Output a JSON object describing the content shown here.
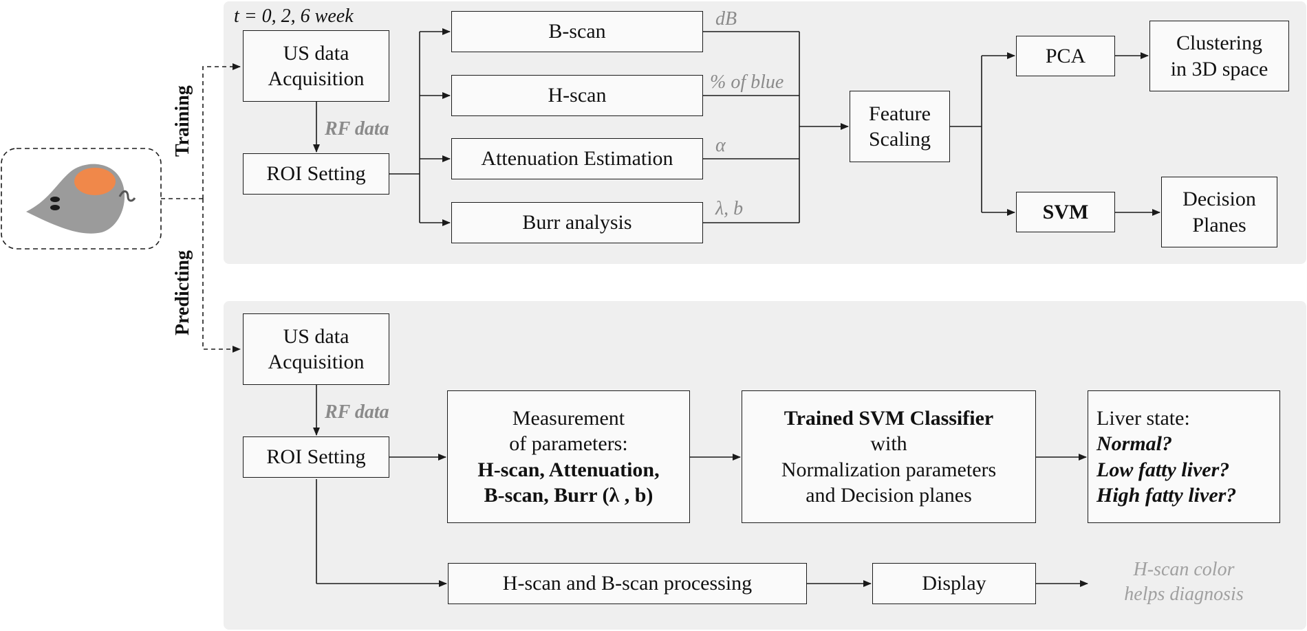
{
  "time_label": "t = 0, 2, 6 week",
  "mode_labels": {
    "training": "Training",
    "predicting": "Predicting"
  },
  "training": {
    "us_acquisition": [
      "US data",
      "Acquisition"
    ],
    "rf_data": "RF data",
    "roi_setting": "ROI Setting",
    "bscan": "B-scan",
    "hscan": "H-scan",
    "attenuation": "Attenuation Estimation",
    "burr": "Burr analysis",
    "param_labels": {
      "bscan": "dB",
      "hscan": "% of blue",
      "attenuation": "α",
      "burr": "λ, b"
    },
    "feature_scaling": [
      "Feature",
      "Scaling"
    ],
    "pca": "PCA",
    "clustering": [
      "Clustering",
      "in 3D space"
    ],
    "svm": "SVM",
    "decision_planes": [
      "Decision",
      "Planes"
    ]
  },
  "predicting": {
    "us_acquisition": [
      "US data",
      "Acquisition"
    ],
    "rf_data": "RF data",
    "roi_setting": "ROI Setting",
    "measurement": {
      "line1": "Measurement",
      "line2": "of parameters:",
      "line3": "H-scan, Attenuation,",
      "line4": "B-scan, Burr (λ , b)"
    },
    "classifier": {
      "line1": "Trained SVM Classifier",
      "line2": "with",
      "line3": "Normalization parameters",
      "line4": "and Decision planes"
    },
    "liver_state": {
      "title": "Liver state:",
      "options": [
        "Normal?",
        "Low fatty liver?",
        "High fatty liver?"
      ]
    },
    "processing": "H-scan and B-scan processing",
    "display": "Display",
    "note": [
      "H-scan color",
      "helps diagnosis"
    ]
  },
  "colors": {
    "panel": "#efefef",
    "mouse_body": "#9b9b9b",
    "mouse_liver": "#f0884a",
    "label_gray": "#8a8a8a",
    "note_gray": "#a0a0a0"
  }
}
